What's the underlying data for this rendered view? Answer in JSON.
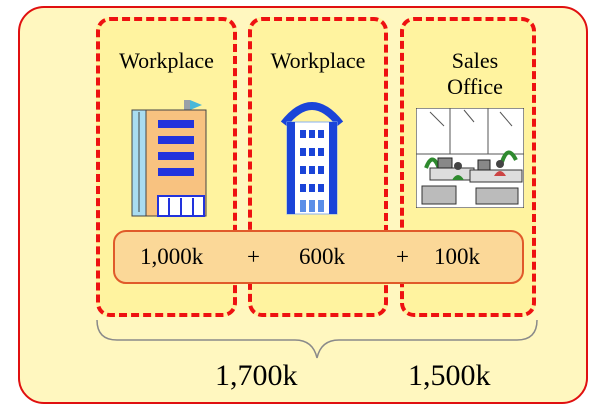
{
  "workplaces": [
    {
      "title": "Workplace",
      "value": "1,000k"
    },
    {
      "title": "Workplace",
      "value": "600k"
    },
    {
      "title": "Sales Office",
      "value": "100k"
    }
  ],
  "operators": [
    "+",
    "+"
  ],
  "totals": {
    "sum_all": "1,700k",
    "sum_right": "1,500k"
  },
  "icons": [
    "office-building-icon",
    "tower-building-icon",
    "sales-office-photo-icon"
  ],
  "colors": {
    "dash": "#ee1111",
    "panel": "#fff7bf",
    "column": "#fff39f",
    "bar": "#fbd898",
    "bar_border": "#e05a2a"
  }
}
